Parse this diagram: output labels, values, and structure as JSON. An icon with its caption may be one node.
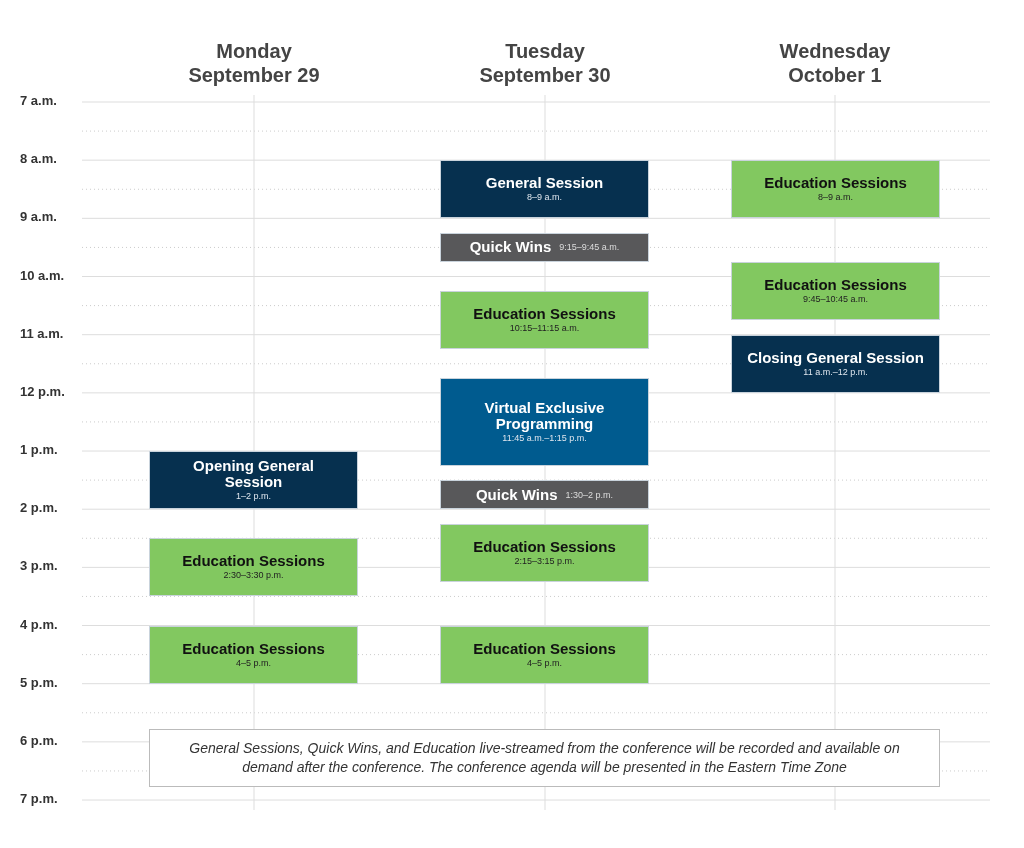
{
  "diagram": {
    "nodes": [
      {
        "text": [
          "Opening General Session",
          "1–2 p.m."
        ]
      },
      {
        "text": [
          "Education Sessions",
          "2:30–3:30 p.m."
        ]
      },
      {
        "text": [
          "Education Sessions",
          "4–5 p.m."
        ]
      },
      {
        "text": [
          "General Session",
          "8–9 a.m."
        ]
      },
      {
        "text": [
          "Quick Wins",
          "9:15–9:45 a.m."
        ]
      },
      {
        "text": [
          "Education Sessions",
          "10:15–11:15 a.m."
        ]
      },
      {
        "text": [
          "Virtual Exclusive Programming",
          "11:45 a.m.–1:15 p.m."
        ]
      },
      {
        "text": [
          "Quick Wins",
          "1:30–2 p.m."
        ]
      },
      {
        "text": [
          "Education Sessions",
          "2:15–3:15 p.m."
        ]
      },
      {
        "text": [
          "Education Sessions",
          "4–5 p.m."
        ]
      },
      {
        "text": [
          "Education Sessions",
          "8–9 a.m."
        ]
      },
      {
        "text": [
          "Education Sessions",
          "9:45–10:45 a.m."
        ]
      },
      {
        "text": [
          "Closing General Session",
          "11 a.m.–12 p.m."
        ]
      },
      {
        "text": [
          "General Sessions, Quick Wins, and Education live-streamed from the conference will be recorded and available on demand after the conference. The conference agenda will be presented in the Eastern Time Zone"
        ]
      }
    ],
    "edges": [],
    "labels": [
      "Monday September 29",
      "Tuesday September 30",
      "Wednesday October 1",
      "7 a.m.",
      "8 a.m.",
      "9 a.m.",
      "10 a.m.",
      "11 a.m.",
      "12 p.m.",
      "1 p.m.",
      "2 p.m.",
      "3 p.m.",
      "4 p.m.",
      "5 p.m.",
      "6 p.m.",
      "7 p.m."
    ]
  }
}
